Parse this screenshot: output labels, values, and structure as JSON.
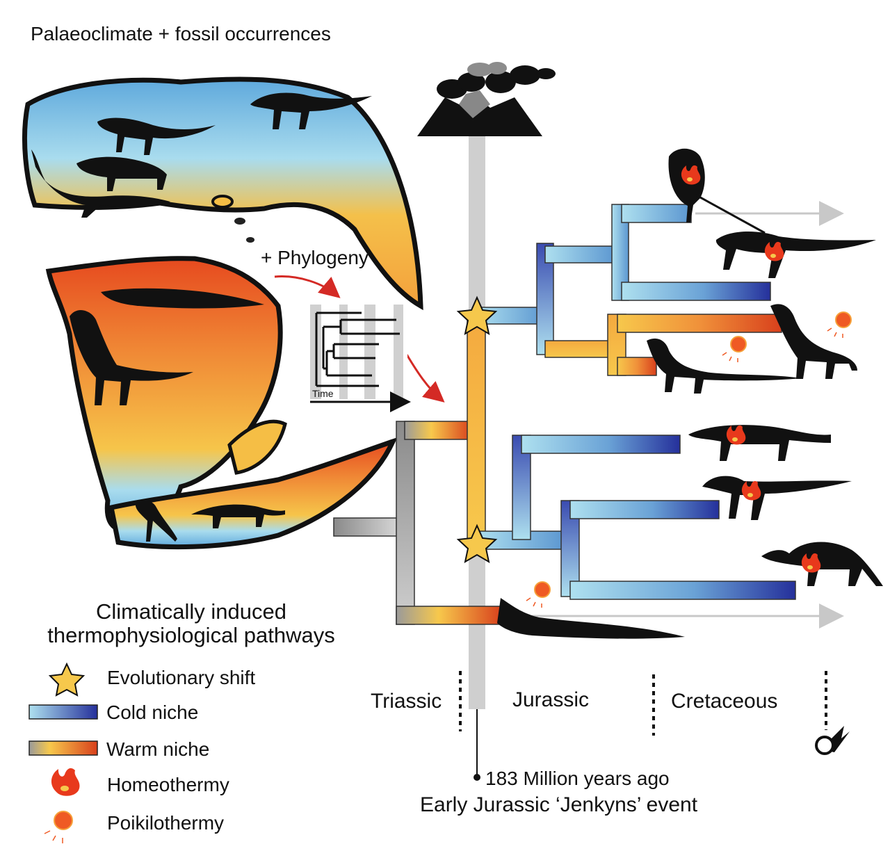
{
  "header": {
    "title": "Palaeoclimate + fossil occurrences"
  },
  "phylogeny": {
    "label": "+ Phylogeny",
    "time_label": "Time"
  },
  "legend": {
    "title_line1": "Climatically induced",
    "title_line2": "thermophysiological pathways",
    "items": [
      {
        "label": "Evolutionary shift",
        "icon": "star-icon"
      },
      {
        "label": "Cold niche",
        "icon": "cold-gradient-bar"
      },
      {
        "label": "Warm niche",
        "icon": "warm-gradient-bar"
      },
      {
        "label": "Homeothermy",
        "icon": "flame-icon"
      },
      {
        "label": "Poikilothermy",
        "icon": "sun-icon"
      }
    ]
  },
  "periods": [
    "Triassic",
    "Jurassic",
    "Cretaceous"
  ],
  "event": {
    "line1": "183 Million years ago",
    "line2": "Early Jurassic ‘Jenkyns’ event"
  },
  "colors": {
    "cold_light": "#a9dcee",
    "cold_dark": "#27309a",
    "warm_light": "#f6c34a",
    "warm_dark": "#d9401c",
    "stem_grey": "#8a8a8a",
    "event_bar": "#cfcfcf",
    "arrow_red": "#d42a25"
  }
}
